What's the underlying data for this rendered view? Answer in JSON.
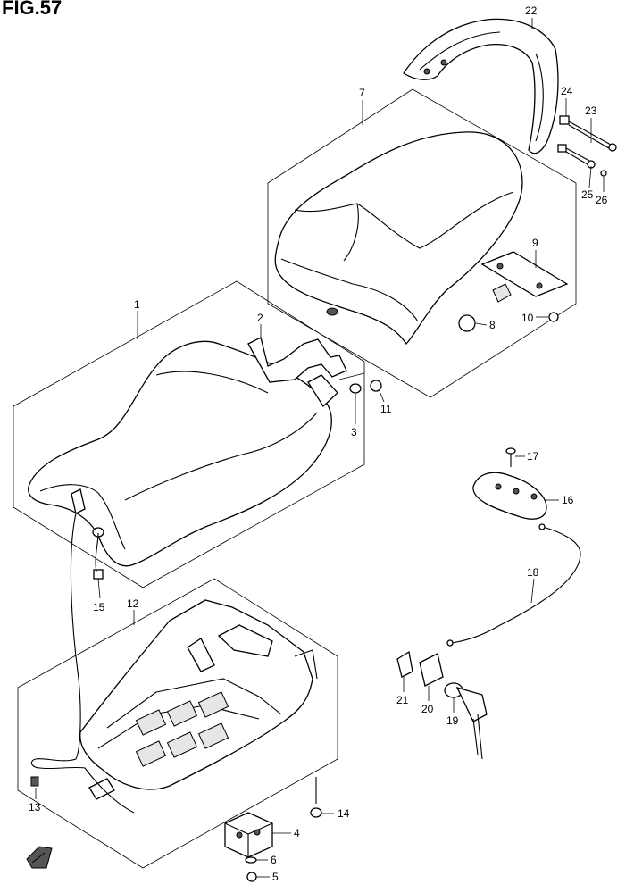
{
  "figure": {
    "title": "FIG.57"
  },
  "callouts": [
    {
      "id": "1",
      "label": "1"
    },
    {
      "id": "2",
      "label": "2"
    },
    {
      "id": "3",
      "label": "3"
    },
    {
      "id": "4",
      "label": "4"
    },
    {
      "id": "5",
      "label": "5"
    },
    {
      "id": "6",
      "label": "6"
    },
    {
      "id": "7",
      "label": "7"
    },
    {
      "id": "8",
      "label": "8"
    },
    {
      "id": "9",
      "label": "9"
    },
    {
      "id": "10",
      "label": "10"
    },
    {
      "id": "11",
      "label": "11"
    },
    {
      "id": "12",
      "label": "12"
    },
    {
      "id": "13",
      "label": "13"
    },
    {
      "id": "14",
      "label": "14"
    },
    {
      "id": "15",
      "label": "15"
    },
    {
      "id": "16",
      "label": "16"
    },
    {
      "id": "17",
      "label": "17"
    },
    {
      "id": "18",
      "label": "18"
    },
    {
      "id": "19",
      "label": "19"
    },
    {
      "id": "20",
      "label": "20"
    },
    {
      "id": "21",
      "label": "21"
    },
    {
      "id": "22",
      "label": "22"
    },
    {
      "id": "23",
      "label": "23"
    },
    {
      "id": "24",
      "label": "24"
    },
    {
      "id": "25",
      "label": "25"
    },
    {
      "id": "26",
      "label": "26"
    }
  ]
}
